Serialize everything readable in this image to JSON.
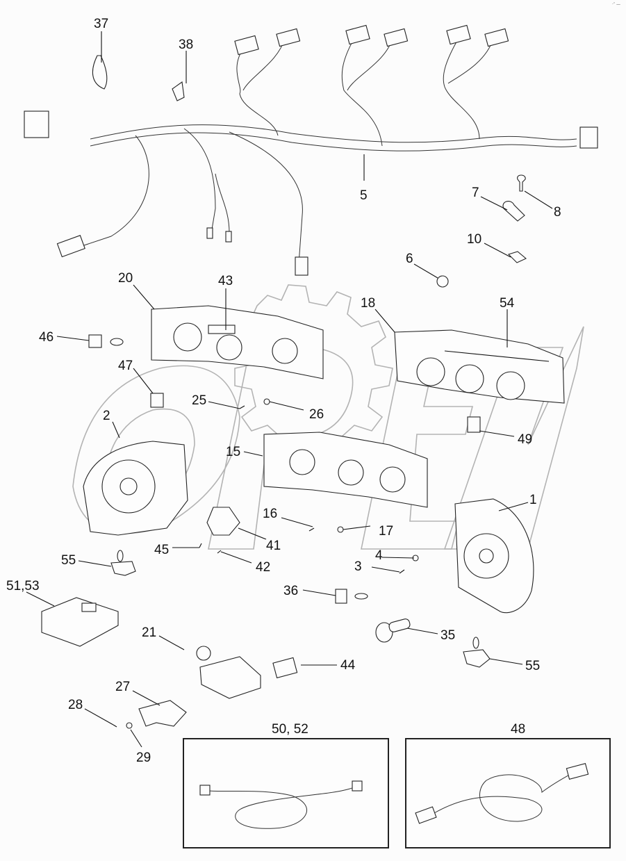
{
  "diagram": {
    "type": "exploded parts diagram",
    "subject": "headlamp assemblies and wiring harness",
    "corner_mark": "·″ —",
    "watermark": {
      "shape": "gear outline with logo letters",
      "color": "#b3b3b3"
    },
    "callouts": [
      {
        "id": "c37",
        "label": "37",
        "part": "loop strap"
      },
      {
        "id": "c38",
        "label": "38",
        "part": "cable clip"
      },
      {
        "id": "c5",
        "label": "5",
        "part": "wiring harness"
      },
      {
        "id": "c7",
        "label": "7",
        "part": "P-clamp"
      },
      {
        "id": "c8",
        "label": "8",
        "part": "push-pin fastener"
      },
      {
        "id": "c10",
        "label": "10",
        "part": "clip nut"
      },
      {
        "id": "c6",
        "label": "6",
        "part": "grommet"
      },
      {
        "id": "c20",
        "label": "20",
        "part": "headlamp assembly"
      },
      {
        "id": "c43",
        "label": "43",
        "part": "connector strip"
      },
      {
        "id": "c18",
        "label": "18",
        "part": "headlamp assembly"
      },
      {
        "id": "c54",
        "label": "54",
        "part": "LED strip"
      },
      {
        "id": "c46",
        "label": "46",
        "part": "bulb socket"
      },
      {
        "id": "c47",
        "label": "47",
        "part": "bulb holder"
      },
      {
        "id": "c25",
        "label": "25",
        "part": "screw"
      },
      {
        "id": "c26",
        "label": "26",
        "part": "washer"
      },
      {
        "id": "c2",
        "label": "2",
        "part": "fog lamp housing"
      },
      {
        "id": "c49",
        "label": "49",
        "part": "bulb holder"
      },
      {
        "id": "c15",
        "label": "15",
        "part": "headlamp assembly"
      },
      {
        "id": "c1",
        "label": "1",
        "part": "fog lamp housing"
      },
      {
        "id": "c16",
        "label": "16",
        "part": "screw"
      },
      {
        "id": "c17",
        "label": "17",
        "part": "washer"
      },
      {
        "id": "c41",
        "label": "41",
        "part": "cover plate"
      },
      {
        "id": "c45",
        "label": "45",
        "part": "screw"
      },
      {
        "id": "c42",
        "label": "42",
        "part": "screw"
      },
      {
        "id": "c4",
        "label": "4",
        "part": "washer"
      },
      {
        "id": "c3",
        "label": "3",
        "part": "screw"
      },
      {
        "id": "c55a",
        "label": "55",
        "part": "bulb"
      },
      {
        "id": "c55b",
        "label": "55",
        "part": "bulb"
      },
      {
        "id": "c5153",
        "label": "51,53",
        "part": "ballast module"
      },
      {
        "id": "c36",
        "label": "36",
        "part": "bulb socket"
      },
      {
        "id": "c21",
        "label": "21",
        "part": "igniter module"
      },
      {
        "id": "c35",
        "label": "35",
        "part": "halogen bulb"
      },
      {
        "id": "c44",
        "label": "44",
        "part": "connector"
      },
      {
        "id": "c27",
        "label": "27",
        "part": "bracket"
      },
      {
        "id": "c28",
        "label": "28",
        "part": "screw"
      },
      {
        "id": "c29",
        "label": "29",
        "part": "washer"
      }
    ],
    "inset_boxes": [
      {
        "id": "box1",
        "title": "50, 52",
        "part": "cable with bulb sockets"
      },
      {
        "id": "box2",
        "title": "48",
        "part": "adapter cable with connectors"
      }
    ]
  }
}
